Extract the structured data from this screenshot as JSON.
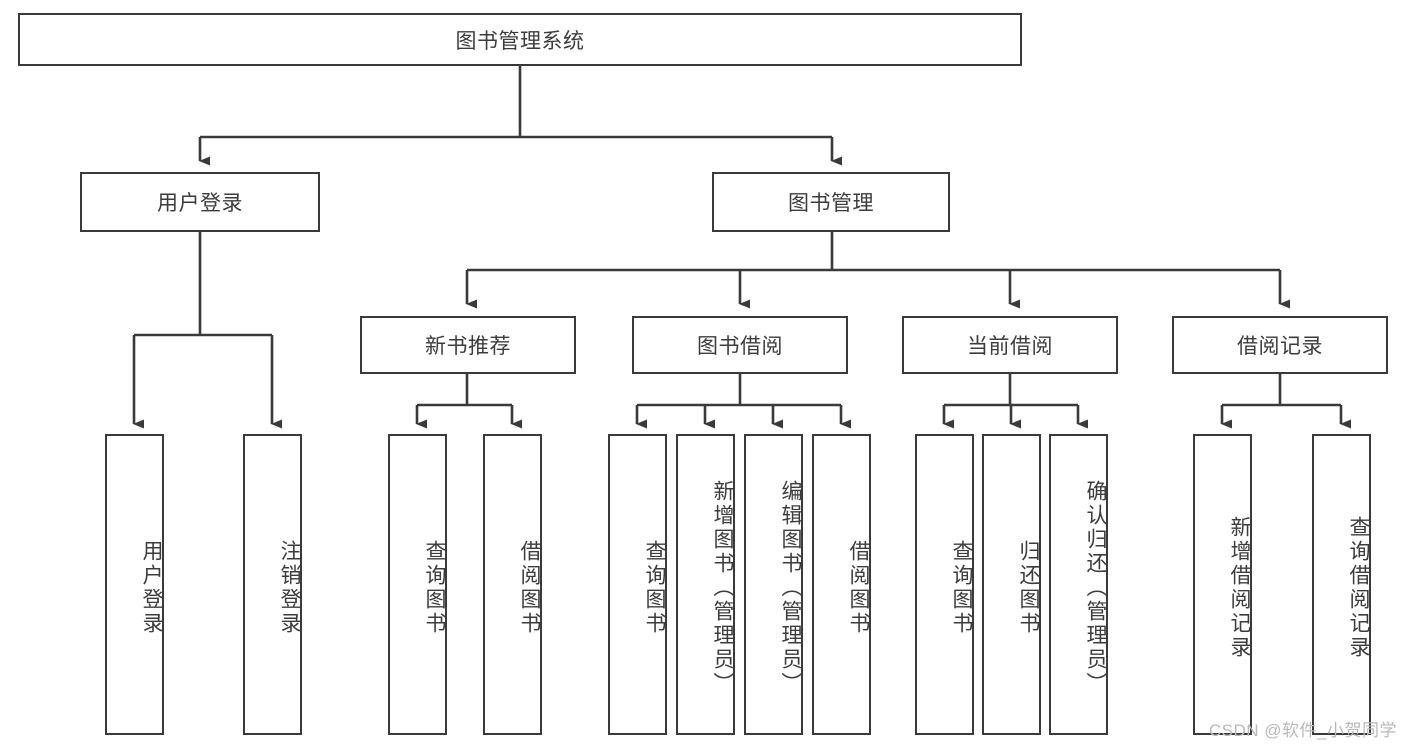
{
  "diagram": {
    "title": "图书管理系统",
    "type": "tree",
    "watermark": "CSDN @软件_小贺同学",
    "colors": {
      "box_border": "#3a3a3a",
      "box_fill": "#ffffff",
      "edge": "#3a3a3a",
      "text": "#3c3c3c",
      "watermark": "#b9b9b9",
      "background": "#ffffff"
    },
    "levels": {
      "level1": [
        {
          "id": "root",
          "label": "图书管理系统",
          "orientation": "horizontal"
        }
      ],
      "level2": [
        {
          "id": "user-login",
          "label": "用户登录",
          "orientation": "horizontal",
          "parent": "root"
        },
        {
          "id": "book-manage",
          "label": "图书管理",
          "orientation": "horizontal",
          "parent": "root"
        }
      ],
      "level3": [
        {
          "id": "new-book-rec",
          "label": "新书推荐",
          "orientation": "horizontal",
          "parent": "book-manage"
        },
        {
          "id": "book-borrow",
          "label": "图书借阅",
          "orientation": "horizontal",
          "parent": "book-manage"
        },
        {
          "id": "current-borrow",
          "label": "当前借阅",
          "orientation": "horizontal",
          "parent": "book-manage"
        },
        {
          "id": "borrow-record",
          "label": "借阅记录",
          "orientation": "horizontal",
          "parent": "book-manage"
        }
      ],
      "level4": [
        {
          "id": "leaf-user-login",
          "label": "用户登录",
          "orientation": "vertical",
          "parent": "user-login"
        },
        {
          "id": "leaf-logout",
          "label": "注销登录",
          "orientation": "vertical",
          "parent": "user-login"
        },
        {
          "id": "leaf-rec-query",
          "label": "查询图书",
          "orientation": "vertical",
          "parent": "new-book-rec"
        },
        {
          "id": "leaf-rec-borrow",
          "label": "借阅图书",
          "orientation": "vertical",
          "parent": "new-book-rec"
        },
        {
          "id": "leaf-borrow-query",
          "label": "查询图书",
          "orientation": "vertical",
          "parent": "book-borrow"
        },
        {
          "id": "leaf-borrow-add",
          "label": "新增图书（管理员）",
          "orientation": "vertical",
          "parent": "book-borrow"
        },
        {
          "id": "leaf-borrow-edit",
          "label": "编辑图书（管理员）",
          "orientation": "vertical",
          "parent": "book-borrow"
        },
        {
          "id": "leaf-borrow-lend",
          "label": "借阅图书",
          "orientation": "vertical",
          "parent": "book-borrow"
        },
        {
          "id": "leaf-cur-query",
          "label": "查询图书",
          "orientation": "vertical",
          "parent": "current-borrow"
        },
        {
          "id": "leaf-cur-return",
          "label": "归还图书",
          "orientation": "vertical",
          "parent": "current-borrow"
        },
        {
          "id": "leaf-cur-confirm",
          "label": "确认归还（管理员）",
          "orientation": "vertical",
          "parent": "current-borrow"
        },
        {
          "id": "leaf-rec-add",
          "label": "新增借阅记录",
          "orientation": "vertical",
          "parent": "borrow-record"
        },
        {
          "id": "leaf-rec-search",
          "label": "查询借阅记录",
          "orientation": "vertical",
          "parent": "borrow-record"
        }
      ]
    }
  }
}
